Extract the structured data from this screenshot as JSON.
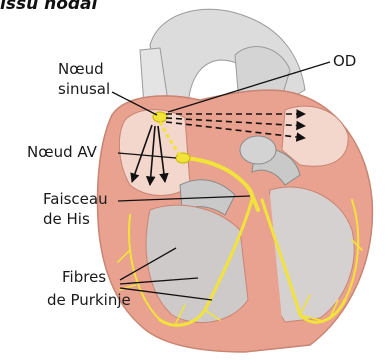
{
  "title_fragment": "issu nodal",
  "labels": {
    "noeud_sinusal_line1": "Nœud",
    "noeud_sinusal_line2": "sinusal",
    "od": "OD",
    "noeud_av": "Nœud AV",
    "faisceau_line1": "Faisceau",
    "faisceau_line2": "de His",
    "purkinje_line1": "Fibres",
    "purkinje_line2": "de Purkinje"
  },
  "colors": {
    "conduction": "#f1e33a",
    "myocardium": "#e8a28f",
    "endocardium": "#f3c9bb",
    "vessels": "#d9d9d9"
  }
}
